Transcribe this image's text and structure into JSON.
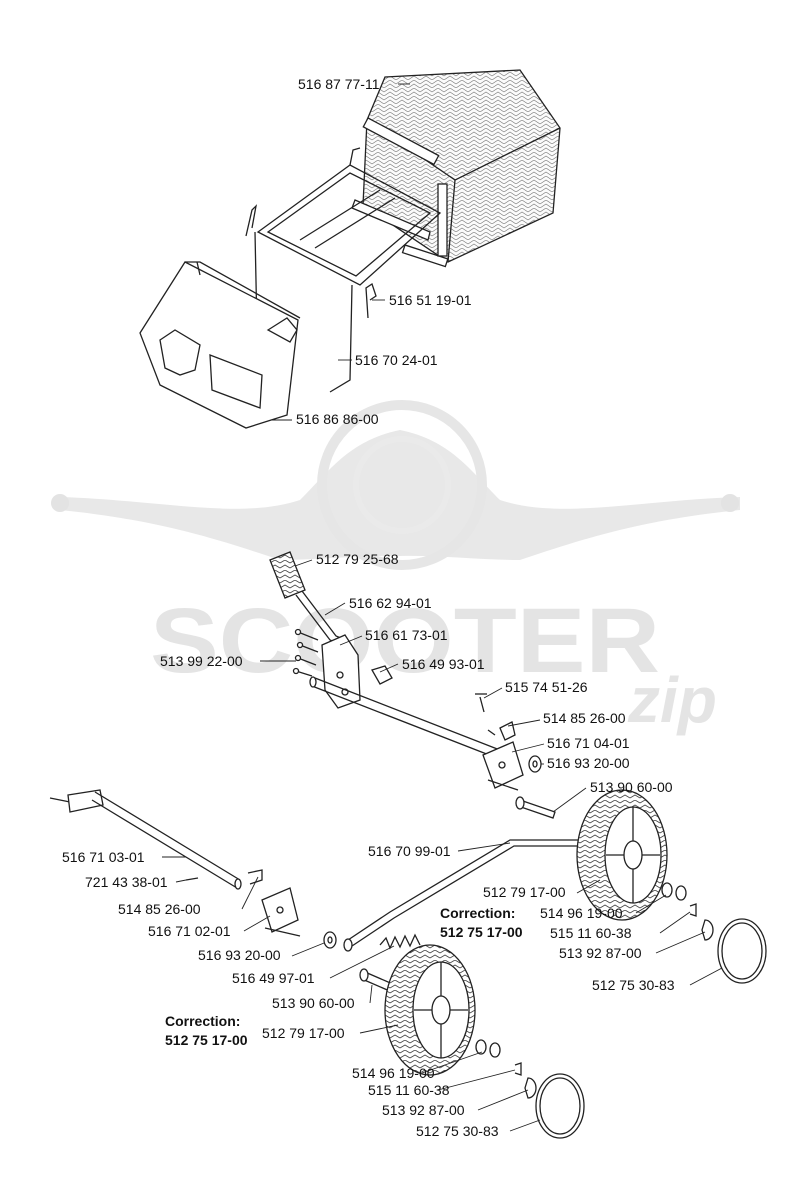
{
  "watermark": {
    "brand": "SCOOTER",
    "suffix": "zip"
  },
  "labels": {
    "bag": "516 87 77-11",
    "bag_pin": "516 51 19-01",
    "bag_frame": "516 70 24-01",
    "deflector": "516 86 86-00",
    "handle_grip": "512 79 25-68",
    "lever": "516 62 94-01",
    "lever_bracket": "516 61 73-01",
    "screws": "513 99 22-00",
    "clip_top": "516 49 93-01",
    "screw_small": "515 74 51-26",
    "clip_right": "514 85 26-00",
    "right_bracket": "516 71 04-01",
    "washer_right": "516 93 20-00",
    "axle_right": "513 90 60-00",
    "left_shaft": "516 71 03-01",
    "pin_left": "721 43 38-01",
    "clip_left": "514 85 26-00",
    "left_bracket": "516 71 02-01",
    "washer_left": "516 93 20-00",
    "link_rod": "516 70 99-01",
    "spring": "516 49 97-01",
    "axle_left": "513 90 60-00",
    "wheel_right": "512 79 17-00",
    "washer_wr": "514 96 19-00",
    "ring_wr": "515 11 60-38",
    "clip_wr": "513 92 87-00",
    "cap_wr": "512 75 30-83",
    "wheel_left": "512 79 17-00",
    "washer_wl": "514 96 19-00",
    "ring_wl": "515 11 60-38",
    "clip_wl": "513 92 87-00",
    "cap_wl": "512 75 30-83"
  },
  "corrections": {
    "right": {
      "title": "Correction:",
      "part": "512 75 17-00"
    },
    "left": {
      "title": "Correction:",
      "part": "512 75 17-00"
    }
  }
}
